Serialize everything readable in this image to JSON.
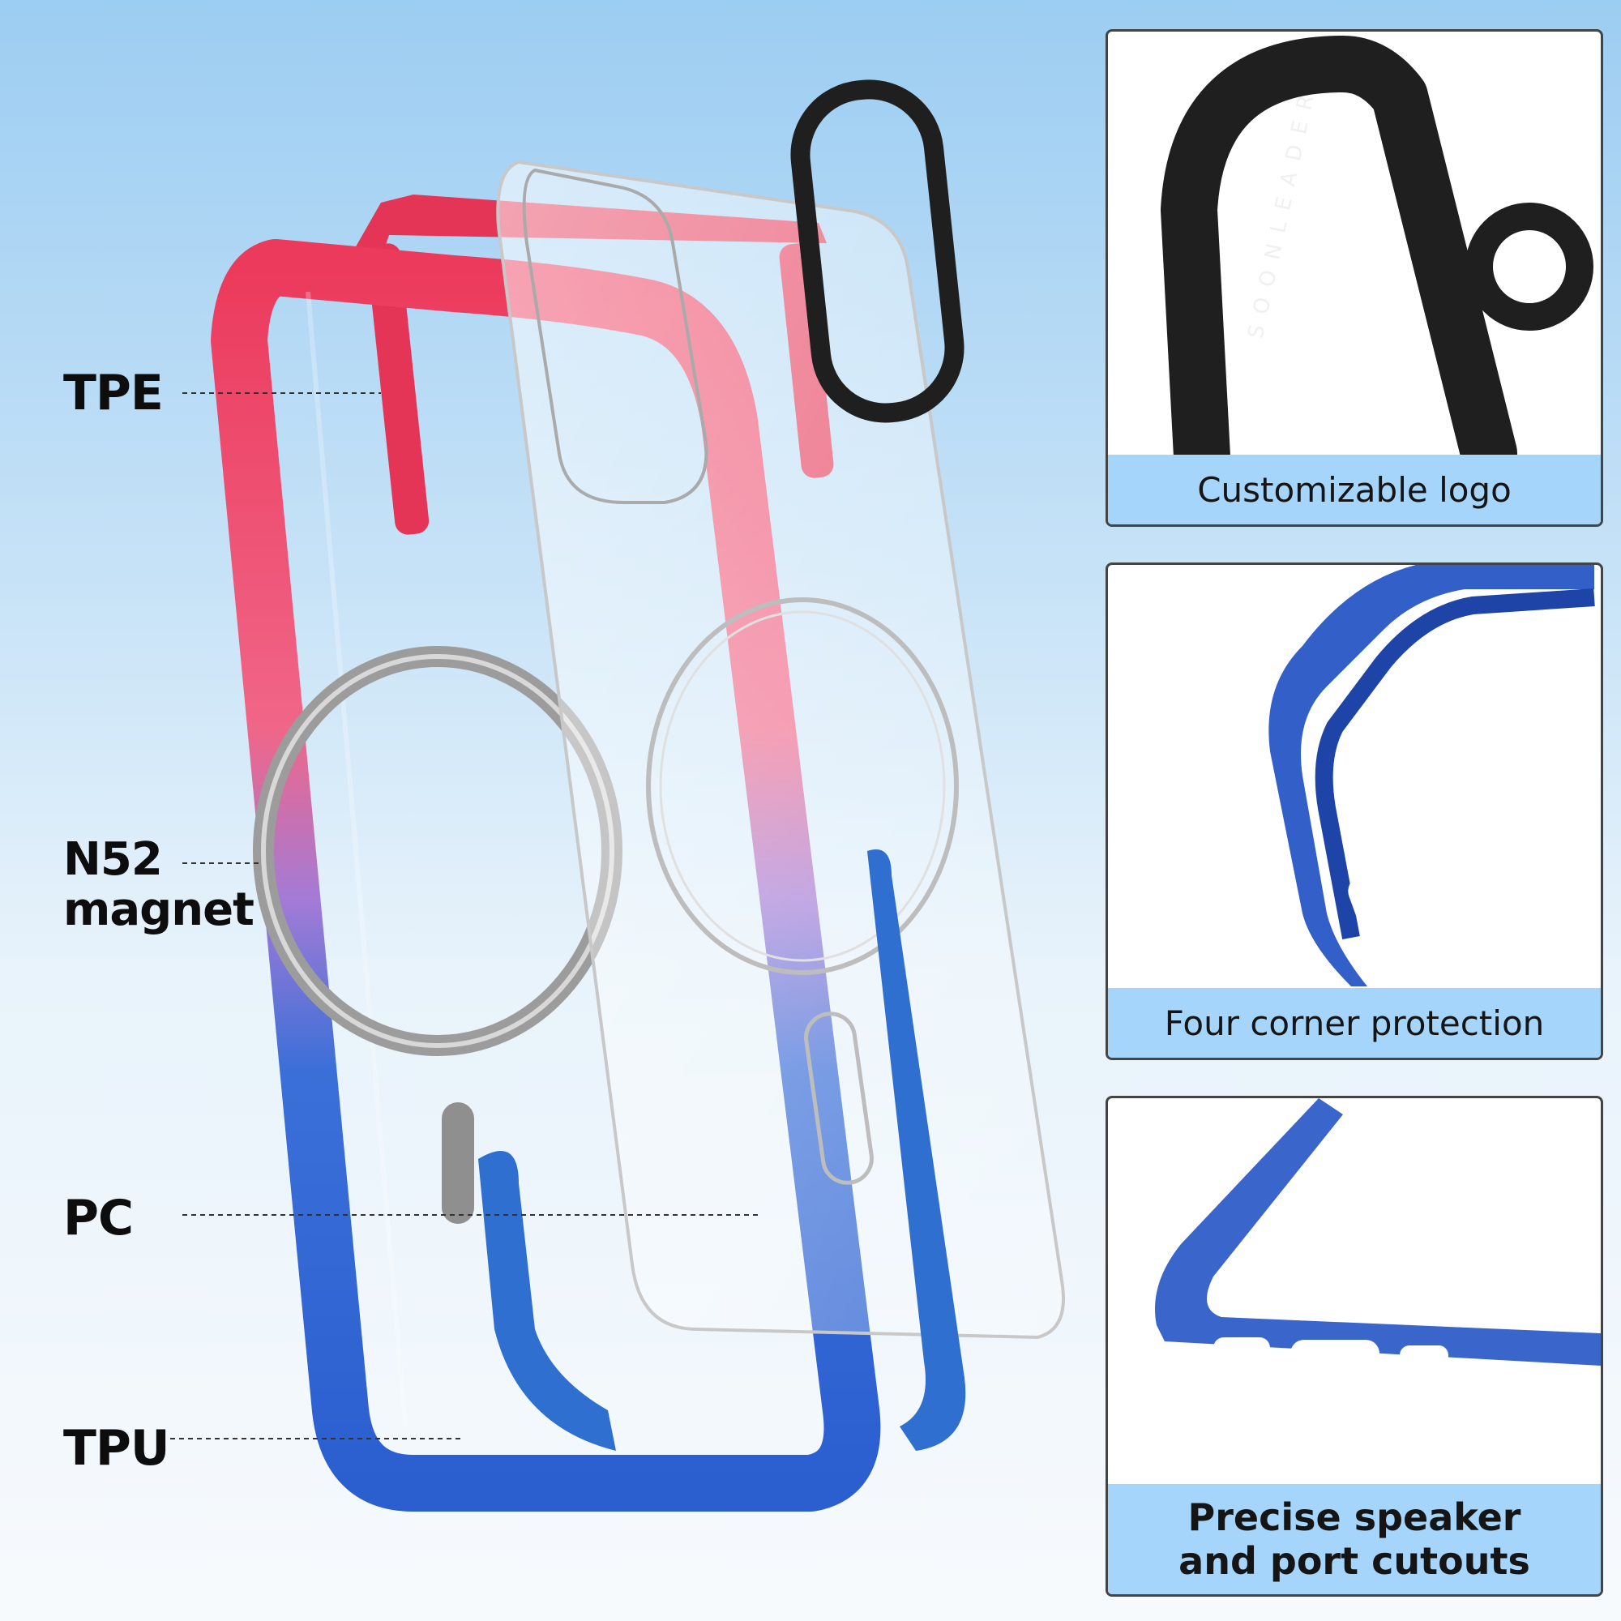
{
  "labels": {
    "tpe": "TPE",
    "magnet_line1": "N52",
    "magnet_line2": "magnet",
    "pc": "PC",
    "tpu": "TPU"
  },
  "logo_text": "SOONLEADER",
  "panels": [
    {
      "caption": "Customizable logo"
    },
    {
      "caption": "Four corner protection"
    },
    {
      "caption_line1": "Precise speaker",
      "caption_line2": "and port cutouts"
    }
  ],
  "colors": {
    "tpe_red": "#e53556",
    "tpu_blue": "#2f6fd0",
    "frame_gradient_top": "#ec3a5c",
    "frame_gradient_mid": "#a37bd6",
    "frame_gradient_bottom": "#2b5fd0",
    "caption_bg": "#a6d5fb",
    "camera_ring": "#1f1f1f"
  }
}
